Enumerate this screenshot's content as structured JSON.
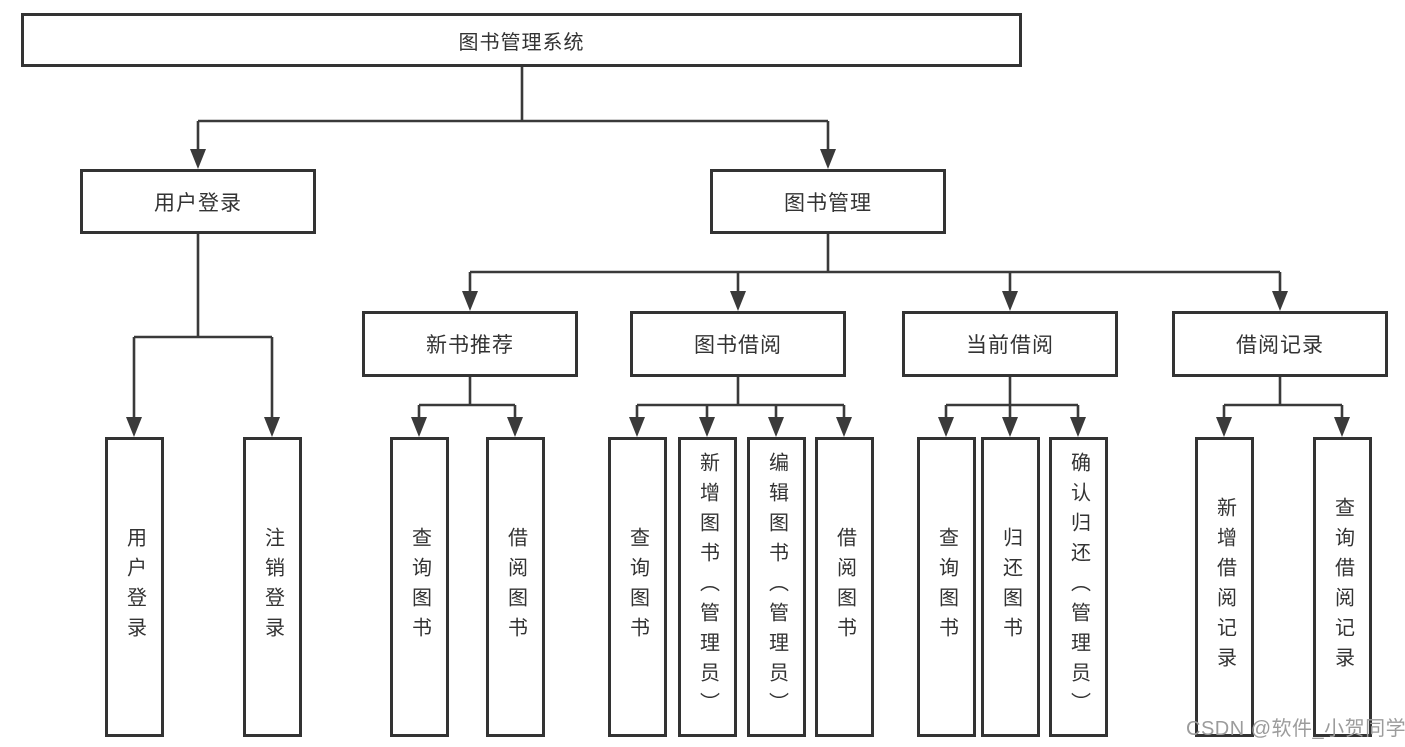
{
  "tree": {
    "label": "图书管理系统",
    "children": [
      {
        "label": "用户登录",
        "children": [
          {
            "label": "用户登录"
          },
          {
            "label": "注销登录"
          }
        ]
      },
      {
        "label": "图书管理",
        "children": [
          {
            "label": "新书推荐",
            "children": [
              {
                "label": "查询图书"
              },
              {
                "label": "借阅图书"
              }
            ]
          },
          {
            "label": "图书借阅",
            "children": [
              {
                "label": "查询图书"
              },
              {
                "label": "新增图书（管理员）"
              },
              {
                "label": "编辑图书（管理员）"
              },
              {
                "label": "借阅图书"
              }
            ]
          },
          {
            "label": "当前借阅",
            "children": [
              {
                "label": "查询图书"
              },
              {
                "label": "归还图书"
              },
              {
                "label": "确认归还（管理员）"
              }
            ]
          },
          {
            "label": "借阅记录",
            "children": [
              {
                "label": "新增借阅记录"
              },
              {
                "label": "查询借阅记录"
              }
            ]
          }
        ]
      }
    ]
  },
  "watermark": {
    "text": "CSDN @软件_小贺同学",
    "color": "#9c9c9c"
  },
  "colors": {
    "line": "#3a3a3a",
    "border": "#333333",
    "fill": "#ffffff",
    "text": "#333333"
  }
}
